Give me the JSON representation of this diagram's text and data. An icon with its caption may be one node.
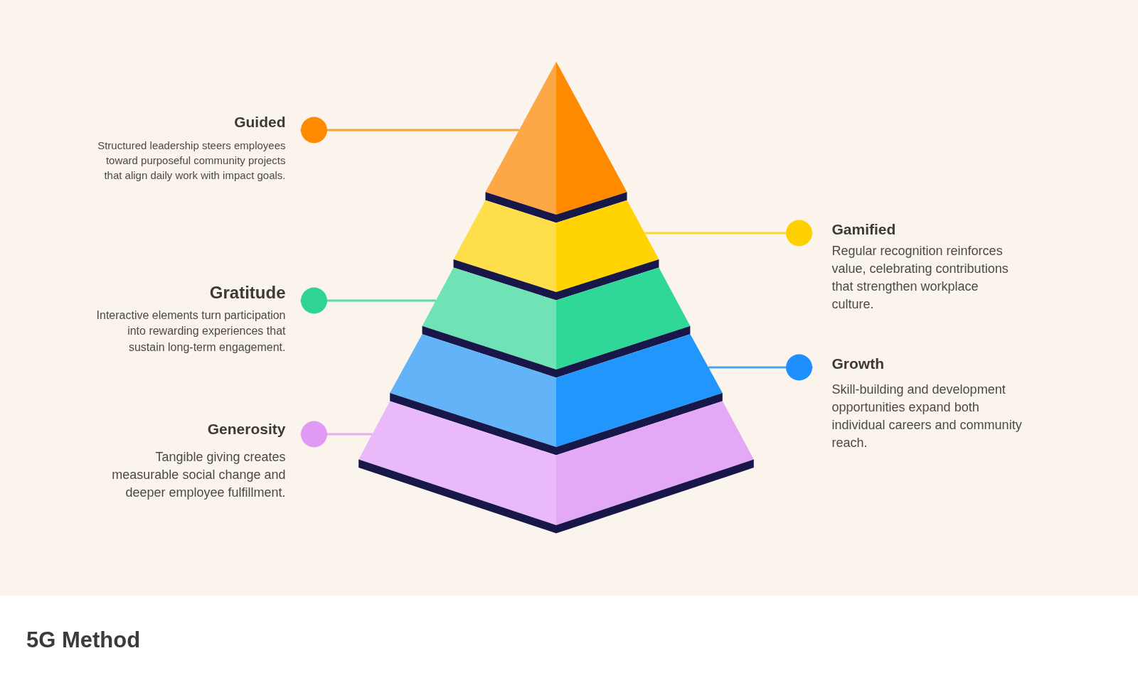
{
  "diagram": {
    "title": "5G Method",
    "nodes": [
      {
        "text": [
          "Guided",
          "Structured leadership steers employees toward purposeful community projects that align daily work with impact goals."
        ]
      },
      {
        "text": [
          "Gamified",
          "Regular recognition reinforces value, celebrating contributions that strengthen workplace culture."
        ]
      },
      {
        "text": [
          "Gratitude",
          "Interactive elements turn participation into rewarding experiences that sustain long-term engagement."
        ]
      },
      {
        "text": [
          "Growth",
          "Skill-building and development opportunities expand both individual careers and community reach."
        ]
      },
      {
        "text": [
          "Generosity",
          "Tangible giving creates measurable social change and deeper employee fulfillment."
        ]
      },
      {
        "text": [],
        "shape": "triangle"
      },
      {
        "text": [],
        "shape": "band"
      },
      {
        "text": [],
        "shape": "band"
      },
      {
        "text": [],
        "shape": "band"
      },
      {
        "text": [],
        "shape": "band"
      }
    ],
    "edges": [
      {
        "from": 0,
        "to": 5,
        "arrow": "other",
        "color": "#ff8a00"
      },
      {
        "from": 1,
        "to": 6,
        "arrow": "other",
        "color": "#ffd000"
      },
      {
        "from": 2,
        "to": 7,
        "arrow": "other",
        "color": "#2fd495"
      },
      {
        "from": 3,
        "to": 8,
        "arrow": "other",
        "color": "#1e8fff"
      },
      {
        "from": 4,
        "to": 9,
        "arrow": "other",
        "color": "#e09af5"
      }
    ]
  }
}
